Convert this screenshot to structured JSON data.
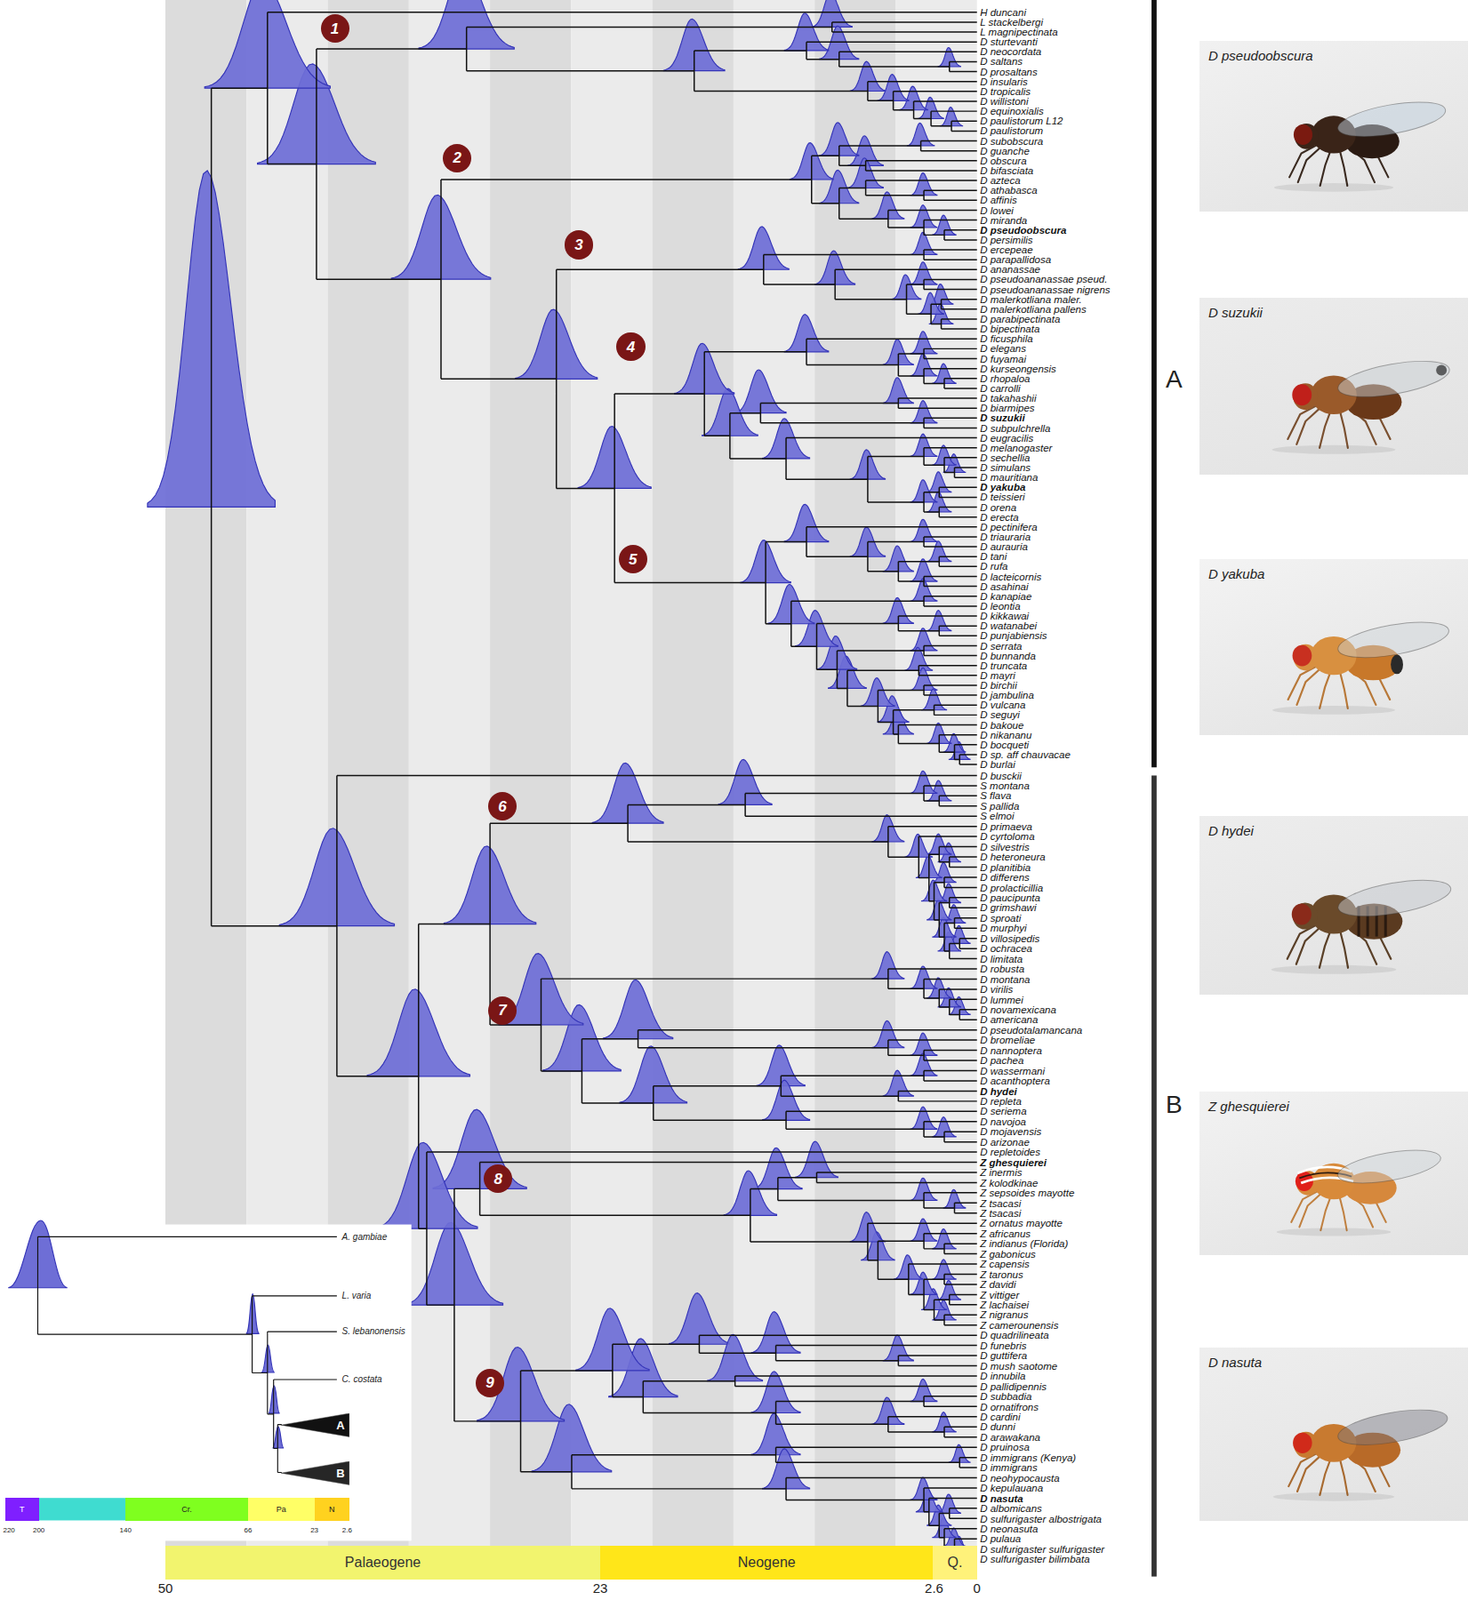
{
  "diagram": {
    "nodes": [
      {
        "text": [
          "1"
        ]
      },
      {
        "text": [
          "2"
        ]
      },
      {
        "text": [
          "3"
        ]
      },
      {
        "text": [
          "4"
        ]
      },
      {
        "text": [
          "5"
        ]
      },
      {
        "text": [
          "6"
        ]
      },
      {
        "text": [
          "7"
        ]
      },
      {
        "text": [
          "8"
        ]
      },
      {
        "text": [
          "9"
        ]
      },
      {
        "text": [
          "D pseudoobscura"
        ]
      },
      {
        "text": [
          "D suzukii"
        ]
      },
      {
        "text": [
          "D yakuba"
        ]
      },
      {
        "text": [
          "D hydei"
        ]
      },
      {
        "text": [
          "Z ghesquierei"
        ]
      },
      {
        "text": [
          "D nasuta"
        ]
      },
      {
        "text": [
          "Palaeogene"
        ]
      },
      {
        "text": [
          "Neogene"
        ]
      },
      {
        "text": [
          "Q."
        ]
      },
      {
        "text": [
          "A"
        ]
      },
      {
        "text": [
          "B"
        ]
      },
      {
        "text": [
          "T"
        ]
      },
      {
        "text": [
          "Cr."
        ]
      },
      {
        "text": [
          "Pa"
        ]
      },
      {
        "text": [
          "N"
        ]
      }
    ],
    "labels": [
      "H duncani",
      "L stackelbergi",
      "L magnipectinata",
      "D sturtevanti",
      "D neocordata",
      "D saltans",
      "D prosaltans",
      "D insularis",
      "D tropicalis",
      "D willistoni",
      "D equinoxialis",
      "D paulistorum L12",
      "D paulistorum",
      "D subobscura",
      "D guanche",
      "D obscura",
      "D bifasciata",
      "D azteca",
      "D athabasca",
      "D affinis",
      "D lowei",
      "D miranda",
      "D pseudoobscura",
      "D persimilis",
      "D ercepeae",
      "D parapallidosa",
      "D ananassae",
      "D pseudoananassae pseud.",
      "D pseudoananassae nigrens",
      "D malerkotliana maler.",
      "D malerkotliana pallens",
      "D parabipectinata",
      "D bipectinata",
      "D ficusphila",
      "D elegans",
      "D fuyamai",
      "D kurseongensis",
      "D rhopaloa",
      "D carrolli",
      "D takahashii",
      "D biarmipes",
      "D suzukii",
      "D subpulchrella",
      "D eugracilis",
      "D melanogaster",
      "D sechellia",
      "D simulans",
      "D mauritiana",
      "D yakuba",
      "D teissieri",
      "D orena",
      "D erecta",
      "D pectinifera",
      "D triauraria",
      "D aurauria",
      "D tani",
      "D rufa",
      "D lacteicornis",
      "D asahinai",
      "D kanapiae",
      "D leontia",
      "D kikkawai",
      "D watanabei",
      "D punjabiensis",
      "D serrata",
      "D bunnanda",
      "D truncata",
      "D mayri",
      "D birchii",
      "D jambulina",
      "D vulcana",
      "D seguyi",
      "D bakoue",
      "D nikananu",
      "D bocqueti",
      "D sp. aff chauvacae",
      "D burlai",
      "D busckii",
      "S montana",
      "S flava",
      "S pallida",
      "S elmoi",
      "D primaeva",
      "D cyrtoloma",
      "D silvestris",
      "D heteroneura",
      "D planitibia",
      "D differens",
      "D prolacticillia",
      "D paucipunta",
      "D grimshawi",
      "D sproati",
      "D murphyi",
      "D villosipedis",
      "D ochracea",
      "D limitata",
      "D robusta",
      "D montana",
      "D virilis",
      "D lummei",
      "D novamexicana",
      "D americana",
      "D pseudotalamancana",
      "D bromeliae",
      "D nannoptera",
      "D pachea",
      "D wassermani",
      "D acanthoptera",
      "D hydei",
      "D repleta",
      "D seriema",
      "D navojoa",
      "D mojavensis",
      "D arizonae",
      "D repletoides",
      "Z ghesquierei",
      "Z inermis",
      "Z kolodkinae",
      "Z sepsoides mayotte",
      "Z tsacasi",
      "Z tsacasi",
      "Z ornatus mayotte",
      "Z africanus",
      "Z indianus (Florida)",
      "Z gabonicus",
      "Z capensis",
      "Z taronus",
      "Z davidi",
      "Z vittiger",
      "Z lachaisei",
      "Z nigranus",
      "Z camerounensis",
      "D quadrilineata",
      "D funebris",
      "D guttifera",
      "D mush saotome",
      "D innubila",
      "D pallidipennis",
      "D subbadia",
      "D ornatifrons",
      "D cardini",
      "D dunni",
      "D arawakana",
      "D pruinosa",
      "D immigrans (Kenya)",
      "D immigrans",
      "D neohypocausta",
      "D kepulauana",
      "D nasuta",
      "D albomicans",
      "D sulfurigaster albostrigata",
      "D neonasuta",
      "D pulaua",
      "D sulfurigaster sulfurigaster",
      "D sulfurigaster bilimbata",
      "A",
      "B",
      "50",
      "23",
      "2.6",
      "0",
      "A. gambiae",
      "L. varia",
      "S. lebanonensis",
      "C. costata",
      "220",
      "200",
      "140",
      "66",
      "23",
      "2.6"
    ]
  }
}
